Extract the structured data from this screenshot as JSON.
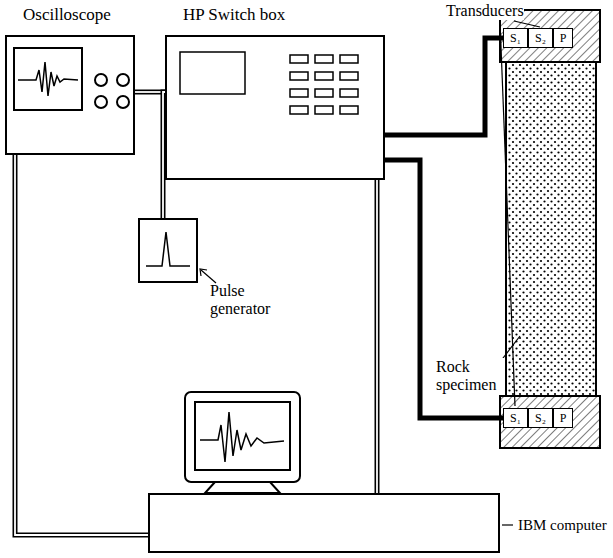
{
  "diagram": {
    "nodes": [
      {
        "text": [
          "Oscilloscope"
        ]
      },
      {
        "text": [
          "HP Switch box"
        ]
      },
      {
        "text": [
          "Pulse generator"
        ]
      },
      {
        "text": [
          "IBM computer"
        ]
      },
      {
        "text": [
          "S₁"
        ]
      },
      {
        "text": [
          "S₂"
        ]
      },
      {
        "text": [
          "P"
        ]
      },
      {
        "text": [
          "S₁"
        ]
      },
      {
        "text": [
          "S₂"
        ]
      },
      {
        "text": [
          "P"
        ]
      }
    ],
    "edges": [
      {
        "from": 0,
        "to": 1,
        "arrow": "none"
      },
      {
        "from": 2,
        "to": 1,
        "arrow": "none"
      },
      {
        "from": 0,
        "to": 3,
        "arrow": "none"
      },
      {
        "from": 1,
        "to": 3,
        "arrow": "none"
      },
      {
        "from": 1,
        "to": 4,
        "arrow": "none"
      },
      {
        "from": 1,
        "to": 7,
        "arrow": "none"
      }
    ],
    "labels": [
      "Transducers",
      "Rock specimen"
    ]
  }
}
